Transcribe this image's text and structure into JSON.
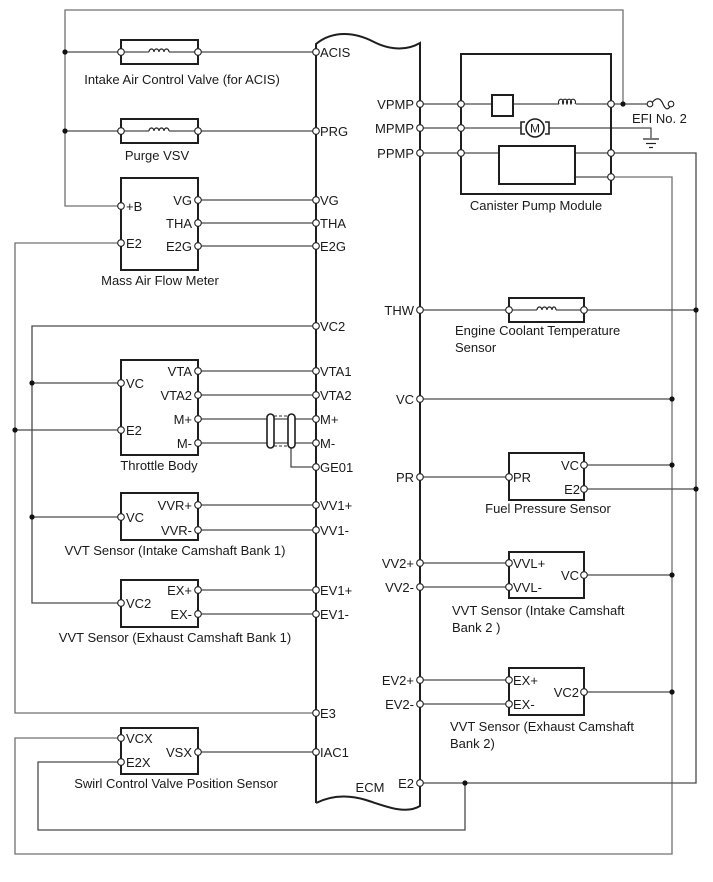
{
  "diagram": {
    "ecm": {
      "label": "ECM",
      "left_pins": [
        "ACIS",
        "PRG",
        "VG",
        "THA",
        "E2G",
        "VC2",
        "VTA1",
        "VTA2",
        "M+",
        "M-",
        "GE01",
        "VV1+",
        "VV1-",
        "EV1+",
        "EV1-",
        "E3",
        "IAC1"
      ],
      "right_pins": [
        "VPMP",
        "MPMP",
        "PPMP",
        "THW",
        "VC",
        "PR",
        "VV2+",
        "VV2-",
        "EV2+",
        "EV2-",
        "E2"
      ]
    },
    "acis_valve": {
      "label": "Intake Air Control Valve (for ACIS)"
    },
    "purge_vsv": {
      "label": "Purge VSV"
    },
    "maf": {
      "label": "Mass Air Flow Meter",
      "pins": [
        "+B",
        "E2",
        "VG",
        "THA",
        "E2G"
      ]
    },
    "throttle_body": {
      "label": "Throttle Body",
      "pins": [
        "VC",
        "E2",
        "VTA",
        "VTA2",
        "M+",
        "M-"
      ]
    },
    "vvt_intake_b1": {
      "label": "VVT Sensor (Intake Camshaft Bank 1)",
      "pins": [
        "VC",
        "VVR+",
        "VVR-"
      ]
    },
    "vvt_exhaust_b1": {
      "label": "VVT Sensor (Exhaust Camshaft Bank 1)",
      "pins": [
        "VC2",
        "EX+",
        "EX-"
      ]
    },
    "swirl_sensor": {
      "label": "Swirl Control Valve Position Sensor",
      "pins": [
        "VCX",
        "E2X",
        "VSX"
      ]
    },
    "canister_pump": {
      "label": "Canister Pump Module",
      "motor_symbol": "M"
    },
    "fuse": {
      "label": "EFI No. 2"
    },
    "ect_sensor": {
      "label_line1": "Engine Coolant Temperature",
      "label_line2": "Sensor"
    },
    "fuel_pressure": {
      "label": "Fuel Pressure Sensor",
      "pins": [
        "PR",
        "VC",
        "E2"
      ]
    },
    "vvt_intake_b2": {
      "label_line1": "VVT Sensor (Intake Camshaft",
      "label_line2": "Bank 2 )",
      "pins": [
        "VVL+",
        "VVL-",
        "VC"
      ]
    },
    "vvt_exhaust_b2": {
      "label_line1": "VVT Sensor (Exhaust Camshaft",
      "label_line2": "Bank 2)",
      "pins": [
        "EX+",
        "EX-",
        "VC2"
      ]
    }
  }
}
